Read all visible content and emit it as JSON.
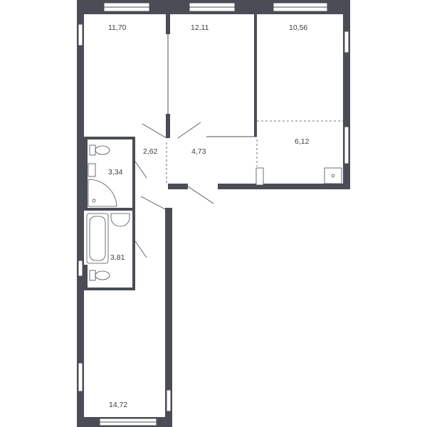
{
  "rooms": [
    {
      "id": "room-top-left",
      "area": "11,70"
    },
    {
      "id": "room-top-middle",
      "area": "12,11"
    },
    {
      "id": "room-top-right",
      "area": "10,56"
    },
    {
      "id": "kitchen",
      "area": "6,12"
    },
    {
      "id": "corridor-left",
      "area": "2,62"
    },
    {
      "id": "hall",
      "area": "4,73"
    },
    {
      "id": "bathroom-upper",
      "area": "3,34"
    },
    {
      "id": "bathroom-lower",
      "area": "3,81"
    },
    {
      "id": "room-bottom",
      "area": "14,72"
    }
  ],
  "colors": {
    "wall": "#4a4d55",
    "background": "#ffffff"
  }
}
